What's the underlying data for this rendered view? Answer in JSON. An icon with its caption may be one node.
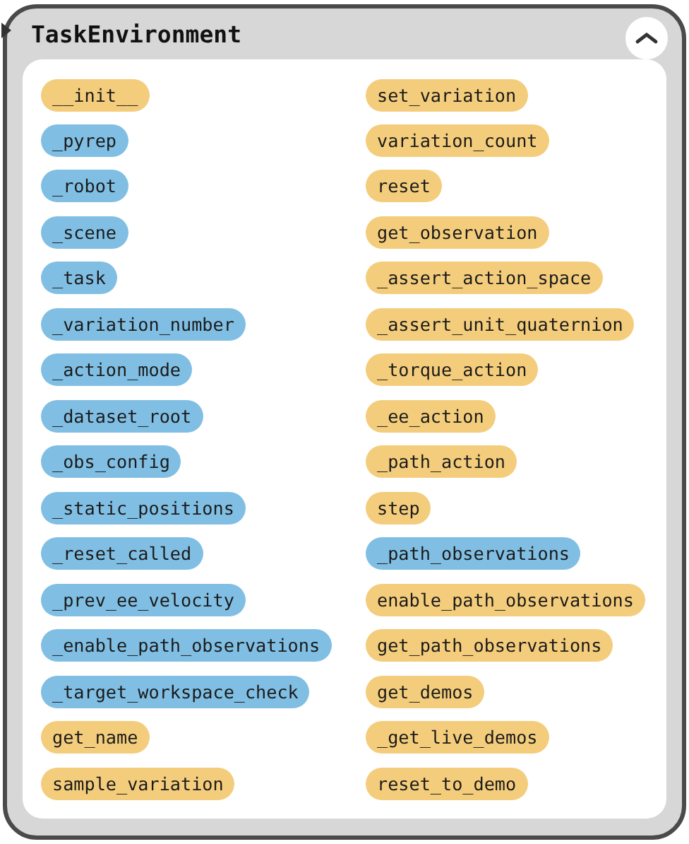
{
  "diagram": {
    "nodes": [
      {
        "text": [
          "TaskEnvironment"
        ]
      },
      {
        "text": [
          "__init__"
        ],
        "in": 0
      },
      {
        "text": [
          "_pyrep"
        ],
        "in": 0
      },
      {
        "text": [
          "_robot"
        ],
        "in": 0
      },
      {
        "text": [
          "_scene"
        ],
        "in": 0
      },
      {
        "text": [
          "_task"
        ],
        "in": 0
      },
      {
        "text": [
          "_variation_number"
        ],
        "in": 0
      },
      {
        "text": [
          "_action_mode"
        ],
        "in": 0
      },
      {
        "text": [
          "_dataset_root"
        ],
        "in": 0
      },
      {
        "text": [
          "_obs_config"
        ],
        "in": 0
      },
      {
        "text": [
          "_static_positions"
        ],
        "in": 0
      },
      {
        "text": [
          "_reset_called"
        ],
        "in": 0
      },
      {
        "text": [
          "_prev_ee_velocity"
        ],
        "in": 0
      },
      {
        "text": [
          "_enable_path_observations"
        ],
        "in": 0
      },
      {
        "text": [
          "_target_workspace_check"
        ],
        "in": 0
      },
      {
        "text": [
          "get_name"
        ],
        "in": 0
      },
      {
        "text": [
          "sample_variation"
        ],
        "in": 0
      },
      {
        "text": [
          "set_variation"
        ],
        "in": 0
      },
      {
        "text": [
          "variation_count"
        ],
        "in": 0
      },
      {
        "text": [
          "reset"
        ],
        "in": 0
      },
      {
        "text": [
          "get_observation"
        ],
        "in": 0
      },
      {
        "text": [
          "_assert_action_space"
        ],
        "in": 0
      },
      {
        "text": [
          "_assert_unit_quaternion"
        ],
        "in": 0
      },
      {
        "text": [
          "_torque_action"
        ],
        "in": 0
      },
      {
        "text": [
          "_ee_action"
        ],
        "in": 0
      },
      {
        "text": [
          "_path_action"
        ],
        "in": 0
      },
      {
        "text": [
          "step"
        ],
        "in": 0
      },
      {
        "text": [
          "_path_observations"
        ],
        "in": 0
      },
      {
        "text": [
          "enable_path_observations"
        ],
        "in": 0
      },
      {
        "text": [
          "get_path_observations"
        ],
        "in": 0
      },
      {
        "text": [
          "get_demos"
        ],
        "in": 0
      },
      {
        "text": [
          "_get_live_demos"
        ],
        "in": 0
      },
      {
        "text": [
          "reset_to_demo"
        ],
        "in": 0
      }
    ]
  }
}
